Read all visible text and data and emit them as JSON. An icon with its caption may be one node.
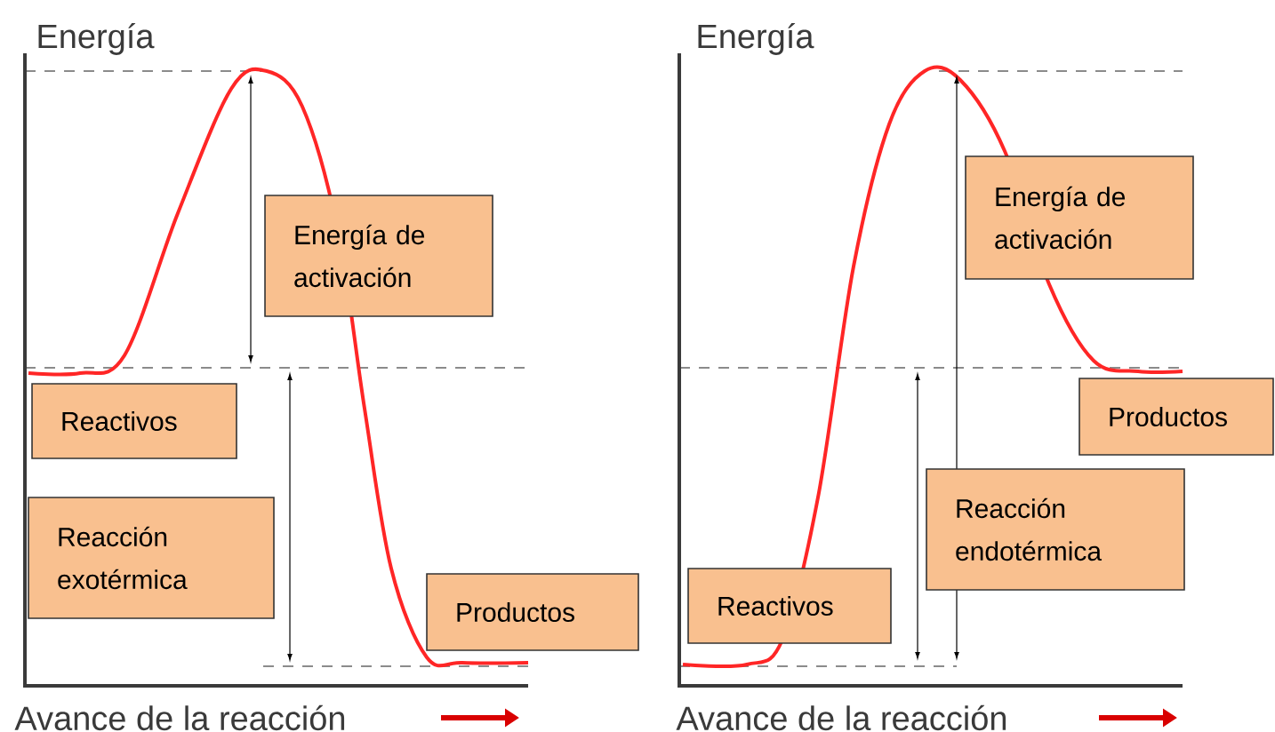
{
  "diagram": {
    "nodes": [
      {
        "text": [
          "Energía de activación"
        ]
      },
      {
        "text": [
          "Reactivos"
        ]
      },
      {
        "text": [
          "Reacción exotérmica"
        ]
      },
      {
        "text": [
          "Productos"
        ]
      },
      {
        "text": [
          "Energía de activación"
        ]
      },
      {
        "text": [
          "Productos"
        ]
      },
      {
        "text": [
          "Reacción endotérmica"
        ]
      },
      {
        "text": [
          "Reactivos"
        ]
      }
    ],
    "labels": [
      "Energía",
      "Energía",
      "Avance de la reacción",
      "Avance de la reacción"
    ]
  }
}
